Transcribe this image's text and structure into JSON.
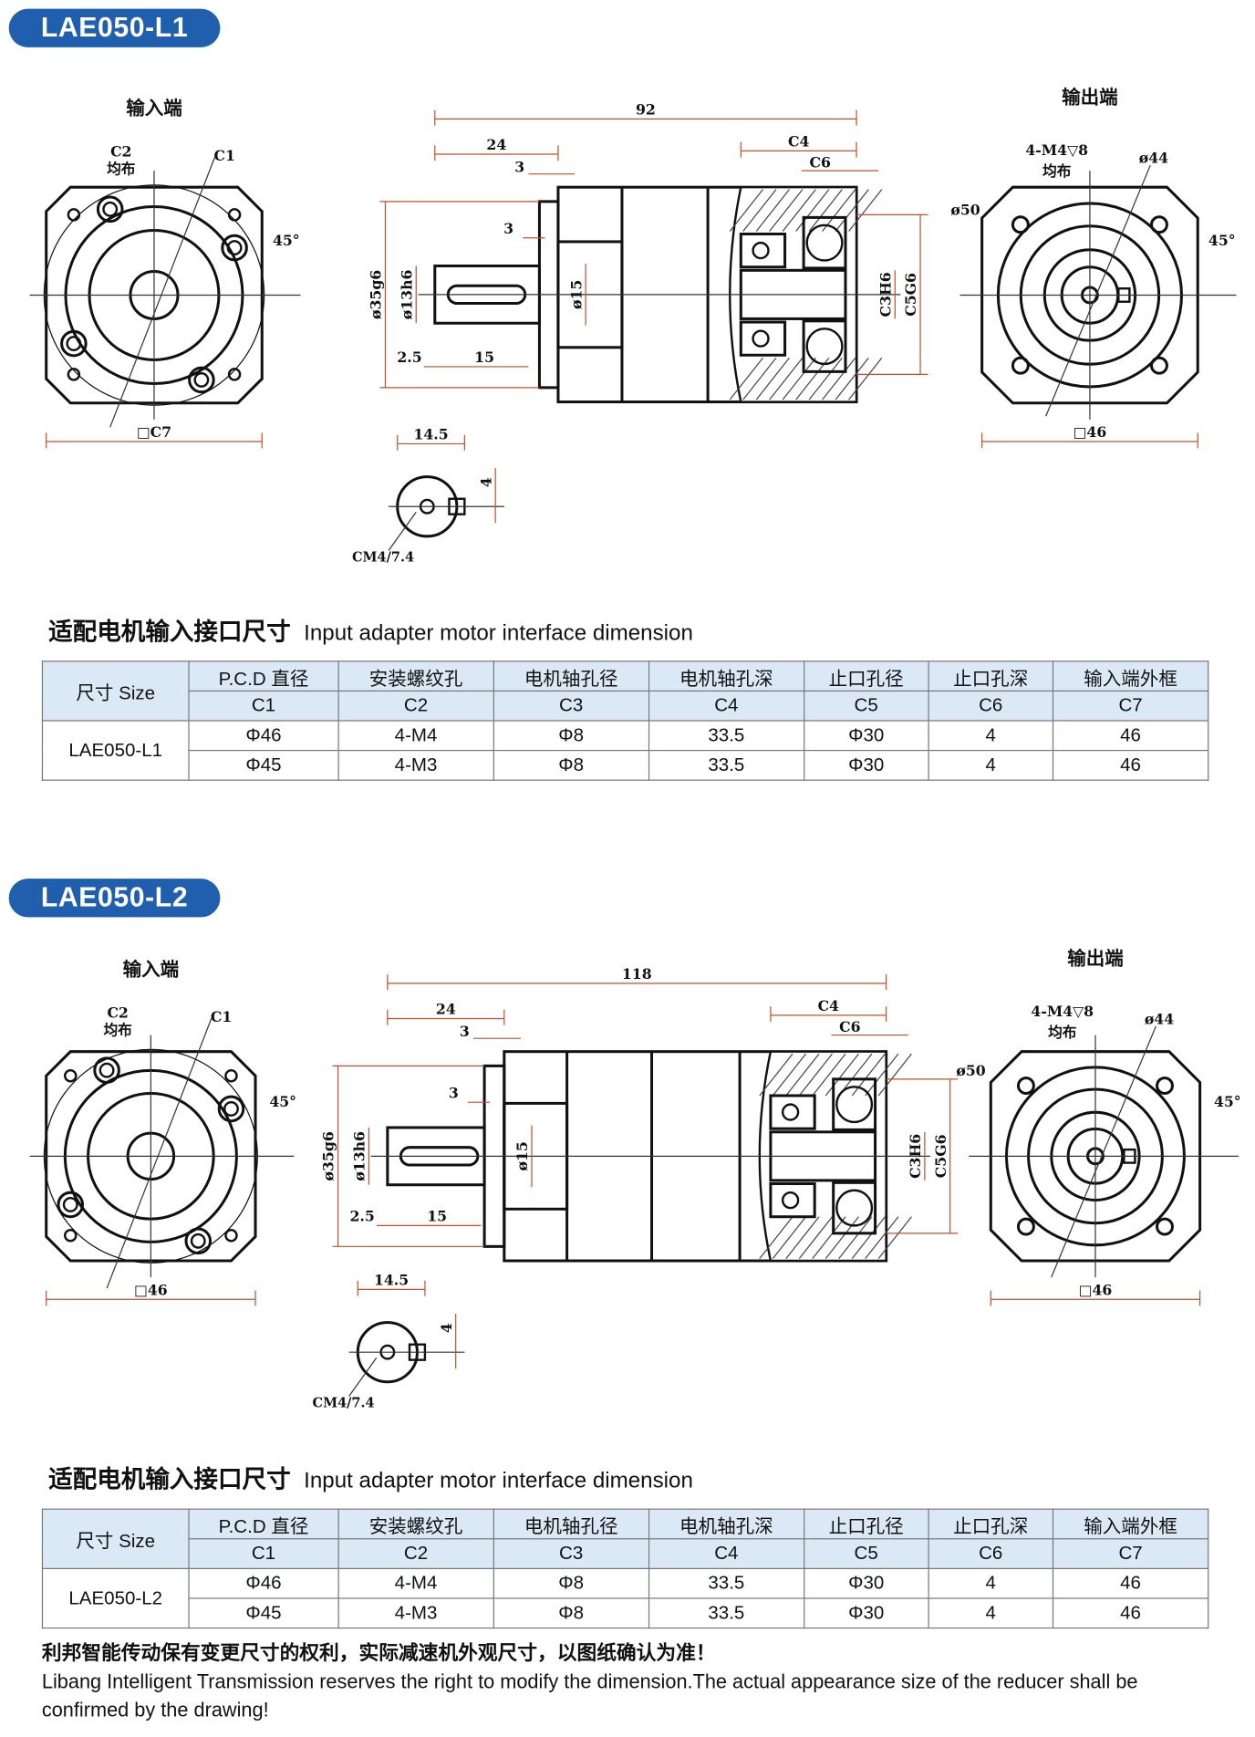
{
  "sections": [
    {
      "model": "LAE050-L1",
      "labels": {
        "input_end": "输入端",
        "c2": "C2",
        "c2_dist": "均布",
        "c1": "C1",
        "angle_in": "45°",
        "square_in": "□C7",
        "total_len": "92",
        "len24": "24",
        "len3a": "3",
        "len3b": "3",
        "c4": "C4",
        "c6": "C6",
        "d35": "ø35g6",
        "d13": "ø13h6",
        "d15": "ø15",
        "len25": "2.5",
        "len15": "15",
        "c3h6": "C3H6",
        "c5g6": "C5G6",
        "output_end": "输出端",
        "holes_out": "4-M4▽8",
        "holes_dist": "均布",
        "d44": "ø44",
        "d50": "ø50",
        "angle_out": "45°",
        "square_out": "□46",
        "key_w": "14.5",
        "key_h": "4",
        "key_screw": "CM4/7.4"
      },
      "table_title_cn": "适配电机输入接口尺寸",
      "table_title_en": "Input adapter motor interface dimension",
      "header_size": "尺寸 Size",
      "headers_cn": [
        "P.C.D 直径",
        "安装螺纹孔",
        "电机轴孔径",
        "电机轴孔深",
        "止口孔径",
        "止口孔深",
        "输入端外框"
      ],
      "headers_code": [
        "C1",
        "C2",
        "C3",
        "C4",
        "C5",
        "C6",
        "C7"
      ],
      "rows": [
        [
          "Φ46",
          "4-M4",
          "Φ8",
          "33.5",
          "Φ30",
          "4",
          "46"
        ],
        [
          "Φ45",
          "4-M3",
          "Φ8",
          "33.5",
          "Φ30",
          "4",
          "46"
        ]
      ]
    },
    {
      "model": "LAE050-L2",
      "labels": {
        "input_end": "输入端",
        "c2": "C2",
        "c2_dist": "均布",
        "c1": "C1",
        "angle_in": "45°",
        "square_in": "□46",
        "total_len": "118",
        "len24": "24",
        "len3a": "3",
        "len3b": "3",
        "c4": "C4",
        "c6": "C6",
        "d35": "ø35g6",
        "d13": "ø13h6",
        "d15": "ø15",
        "len25": "2.5",
        "len15": "15",
        "c3h6": "C3H6",
        "c5g6": "C5G6",
        "output_end": "输出端",
        "holes_out": "4-M4▽8",
        "holes_dist": "均布",
        "d44": "ø44",
        "d50": "ø50",
        "angle_out": "45°",
        "square_out": "□46",
        "key_w": "14.5",
        "key_h": "4",
        "key_screw": "CM4/7.4"
      },
      "table_title_cn": "适配电机输入接口尺寸",
      "table_title_en": "Input adapter motor interface dimension",
      "header_size": "尺寸 Size",
      "headers_cn": [
        "P.C.D 直径",
        "安装螺纹孔",
        "电机轴孔径",
        "电机轴孔深",
        "止口孔径",
        "止口孔深",
        "输入端外框"
      ],
      "headers_code": [
        "C1",
        "C2",
        "C3",
        "C4",
        "C5",
        "C6",
        "C7"
      ],
      "rows": [
        [
          "Φ46",
          "4-M4",
          "Φ8",
          "33.5",
          "Φ30",
          "4",
          "46"
        ],
        [
          "Φ45",
          "4-M3",
          "Φ8",
          "33.5",
          "Φ30",
          "4",
          "46"
        ]
      ]
    }
  ],
  "footer": {
    "cn": "利邦智能传动保有变更尺寸的权利，实际减速机外观尺寸，以图纸确认为准！",
    "en": "Libang Intelligent Transmission reserves the right to modify the dimension.The actual appearance size of the reducer shall be confirmed by the drawing!"
  },
  "colors": {
    "pill": "#1f5fae",
    "header_bg": "#dbe9f6",
    "dim_line": "#c0502a"
  }
}
